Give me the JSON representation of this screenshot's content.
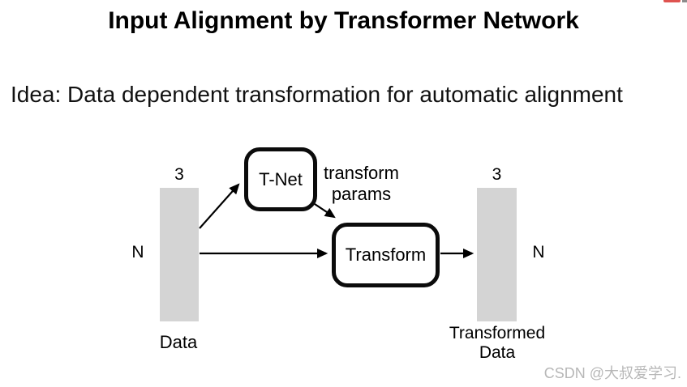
{
  "slide": {
    "title": "Input Alignment by Transformer Network",
    "subtitle": "Idea: Data dependent transformation for automatic alignment"
  },
  "diagram": {
    "input_block": {
      "width_label": "3",
      "height_label": "N",
      "caption": "Data"
    },
    "tnet_box": {
      "label": "T-Net"
    },
    "params_label": {
      "line1": "transform",
      "line2": "params"
    },
    "transform_box": {
      "label": "Transform"
    },
    "output_block": {
      "width_label": "3",
      "height_label": "N",
      "caption_line1": "Transformed",
      "caption_line2": "Data"
    }
  },
  "watermark": "CSDN @大叔爱学习.",
  "colors": {
    "block_fill": "#d4d4d4",
    "box_border": "#0b0b0b",
    "arrow": "#000000",
    "watermark_text": "#b7b7b7",
    "logo_red": "#df5350",
    "logo_gray": "#8c8c8c"
  }
}
